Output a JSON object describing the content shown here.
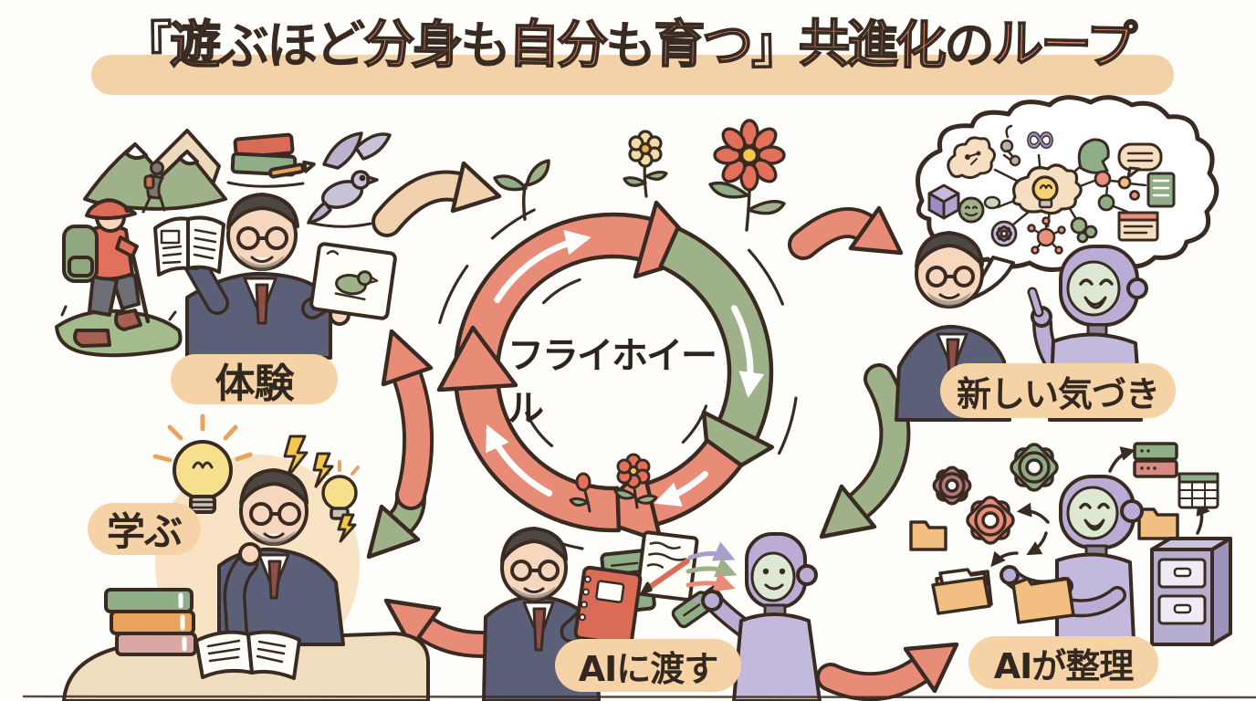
{
  "title": {
    "full_text": "『遊ぶほど分身も自分も育つ』共進化のループ",
    "segments": [
      {
        "text": "『",
        "tone": "dark"
      },
      {
        "text": "遊",
        "tone": "salmon"
      },
      {
        "text": "ぶほど",
        "tone": "dark"
      },
      {
        "text": "分身",
        "tone": "salmon"
      },
      {
        "text": "も",
        "tone": "dark"
      },
      {
        "text": "自分",
        "tone": "salmon"
      },
      {
        "text": "も",
        "tone": "dark"
      },
      {
        "text": "育つ",
        "tone": "salmon"
      },
      {
        "text": "』",
        "tone": "dark"
      },
      {
        "text": "共進化",
        "tone": "salmon"
      },
      {
        "text": "の",
        "tone": "dark"
      },
      {
        "text": "ループ",
        "tone": "salmon"
      }
    ]
  },
  "flywheel": {
    "center_label": "フライホイール",
    "icons": [
      "flywheel-ring-arrows",
      "white-motion-arrows",
      "sprout-icon",
      "yellow-flower-icon",
      "red-flower-icon",
      "small-flower-icon",
      "flower-bud-icon",
      "speed-lines"
    ]
  },
  "stages": {
    "experience": {
      "label": "体験",
      "icons": [
        "mountains-icon",
        "trail-hiker-icon",
        "books-icon",
        "pencil-icon",
        "bird-icon",
        "hiker",
        "open-book-icon",
        "bird-card-icon"
      ]
    },
    "new_insights": {
      "label": "新しい気づき",
      "icons": [
        "thought-bubble",
        "mini-cloud-icon",
        "infinity-icon",
        "head-profile-icon",
        "speech-bubble-icon",
        "cube-icon",
        "smiley-icon",
        "idea-lightbulb-icon",
        "gear-icon",
        "network-node-icon",
        "molecule-icon",
        "document-icon",
        "browser-icon",
        "robot"
      ]
    },
    "ai_organizes": {
      "label": "AIが整理",
      "icons": [
        "gear-icons",
        "folder-icon",
        "open-folder-icon",
        "robot",
        "server-stack-icon",
        "spreadsheet-icon",
        "filing-cabinet-icon",
        "sort-arrows"
      ]
    },
    "hand_to_ai": {
      "label": "AIに渡す",
      "icons": [
        "red-notebook-icon",
        "green-notebook-icon",
        "note-paper-icon",
        "pen-icon",
        "usb-drive-icon",
        "data-flow-arrows",
        "robot"
      ]
    },
    "learn": {
      "label": "学ぶ",
      "icons": [
        "lightbulb-icon",
        "small-lightbulb-icon",
        "lightning-bolt-icons",
        "books-stack-icon",
        "open-notebook-icon",
        "desk"
      ]
    }
  },
  "connectors": [
    "experience-to-flywheel-arrow",
    "flywheel-to-insights-arrow",
    "insights-down-arrow",
    "hand-to-organize-arrow",
    "hand-to-learn-arrow",
    "learn-up-down-arrow"
  ],
  "colors": {
    "background": "#FFFEFB",
    "ink": "#3A2B22",
    "salmon_arrow": "#E88C78",
    "green_arrow": "#9FB189",
    "peach_arrow": "#F2D2AE",
    "pill_bg": "#F6D3A7",
    "title_salmon": "#E98C74",
    "title_highlight": "#F3D1A9",
    "suit": "#5C5F78",
    "tie": "#8E4F46",
    "skin": "#F6D7BE",
    "hair": "#4D4742",
    "robot_helmet": "#B9ADD6",
    "robot_face": "#DCE8D4",
    "robot_body": "#C3B9DC",
    "bulb_yellow": "#F6E08D",
    "bolt_yellow": "#F2C94C",
    "folder_orange": "#F2BE82",
    "cabinet_purple": "#B6AECE",
    "book_red": "#D96B57",
    "book_green": "#8FAE87",
    "book_orange": "#E8A35C"
  }
}
